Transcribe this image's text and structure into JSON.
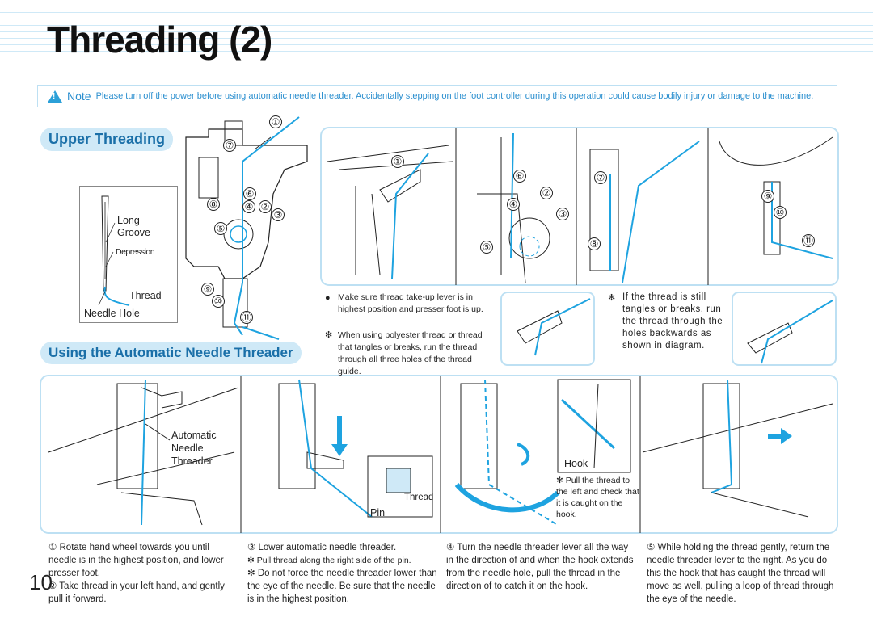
{
  "page": {
    "title": "Threading (2)",
    "page_number": "10"
  },
  "note": {
    "label": "Note",
    "text": "Please turn off the power before using automatic needle threader. Accidentally stepping on the foot controller during this operation could cause bodily injury or damage to the machine."
  },
  "upper": {
    "heading": "Upper Threading",
    "needle_labels": {
      "long_groove_1": "Long",
      "long_groove_2": "Groove",
      "depression": "Depression",
      "thread": "Thread",
      "needle_hole": "Needle Hole"
    },
    "circled": [
      "①",
      "②",
      "③",
      "④",
      "⑤",
      "⑥",
      "⑦",
      "⑧",
      "⑨",
      "⑩",
      "⑪"
    ],
    "bullet_text": "Make sure thread take-up lever is in highest position and presser foot is up.",
    "star_text_left": "When using polyester thread or thread that tangles or breaks, run the thread through all three holes of the thread guide.",
    "star_text_right": "If the thread is still tangles or breaks, run the thread through the holes backwards as shown in diagram.",
    "bullet_symbol": "●",
    "star_symbol": "✻"
  },
  "threader": {
    "heading": "Using the Automatic Needle Threader",
    "auto_label": [
      "Automatic",
      "Needle",
      "Threader"
    ],
    "thread_label": "Thread",
    "pin_label": "Pin",
    "hook_label": "Hook",
    "pull_text": "Pull the thread to the left and check that it is caught on the hook."
  },
  "steps": {
    "s1": "① Rotate hand wheel towards you until needle is in the highest position, and lower presser foot.",
    "s2": "② Take thread in your left hand, and gently pull it forward.",
    "s3": "③ Lower automatic needle threader.",
    "s3a": "✻ Pull thread along the right side of the pin.",
    "s3b": "✻ Do not force the needle threader lower than the eye of the needle. Be sure that the needle is in the highest position.",
    "s4": "④ Turn the needle threader lever all the way in the direction of      and when the hook extends from the needle hole, pull the thread in the direction of      to catch it on the hook.",
    "s5": "⑤ While holding the thread gently, return the needle threader lever to the right. As you do this the hook that has caught the thread will move as well, pulling a loop of thread through the eye of the needle."
  },
  "colors": {
    "accent": "#2ba0d8",
    "thread": "#1ea3e0",
    "panel_border": "#bde0f3",
    "heading_bg": "#cfe9f7"
  }
}
